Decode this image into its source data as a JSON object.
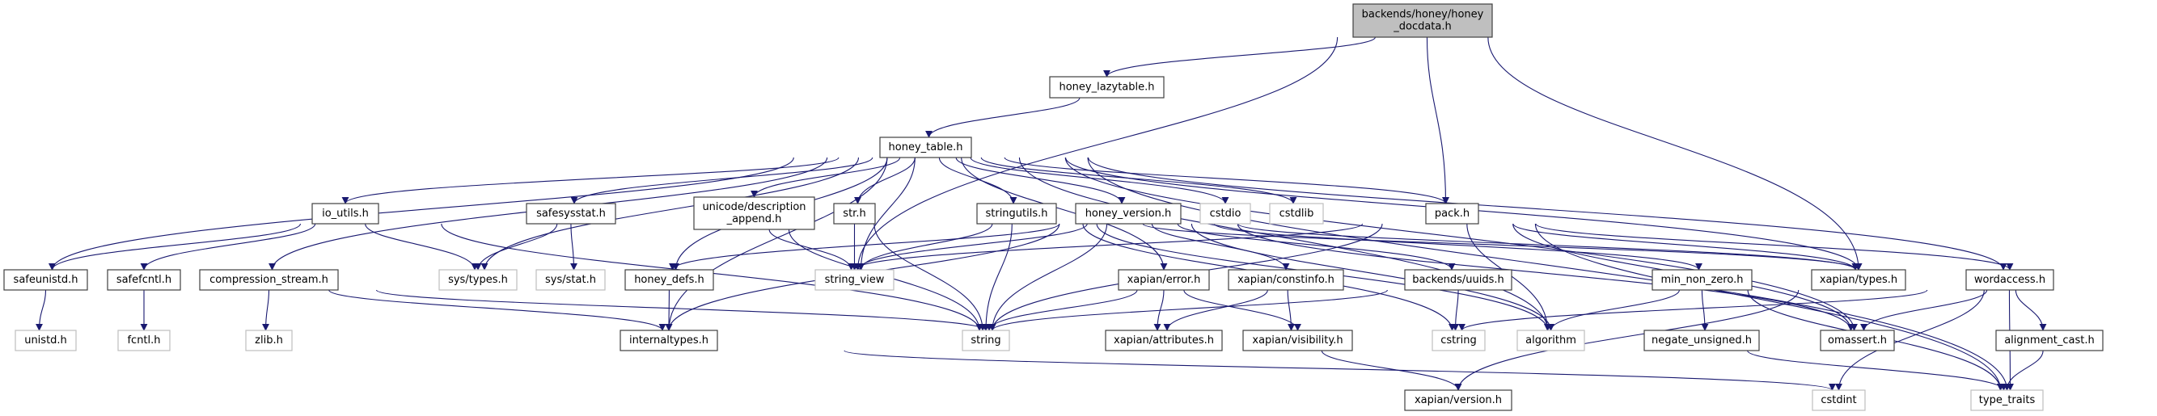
{
  "colors": {
    "edge": "#191970",
    "file_border": "#404040",
    "external_border": "#bfbfbf",
    "root_fill": "#bfbfbf"
  },
  "nodes": {
    "docdata": {
      "label": [
        "backends/honey/honey",
        "_docdata.h"
      ],
      "kind": "root"
    },
    "lazytable": {
      "label": [
        "honey_lazytable.h"
      ],
      "kind": "file"
    },
    "table": {
      "label": [
        "honey_table.h"
      ],
      "kind": "file"
    },
    "io_utils": {
      "label": [
        "io_utils.h"
      ],
      "kind": "file"
    },
    "safesysstat": {
      "label": [
        "safesysstat.h"
      ],
      "kind": "file"
    },
    "unicode": {
      "label": [
        "unicode/description",
        "_append.h"
      ],
      "kind": "file"
    },
    "str": {
      "label": [
        "str.h"
      ],
      "kind": "file"
    },
    "stringutils": {
      "label": [
        "stringutils.h"
      ],
      "kind": "file"
    },
    "version": {
      "label": [
        "honey_version.h"
      ],
      "kind": "file"
    },
    "cstdio": {
      "label": [
        "cstdio"
      ],
      "kind": "external"
    },
    "cstdlib": {
      "label": [
        "cstdlib"
      ],
      "kind": "external"
    },
    "pack": {
      "label": [
        "pack.h"
      ],
      "kind": "file"
    },
    "safeunistd": {
      "label": [
        "safeunistd.h"
      ],
      "kind": "file"
    },
    "safefcntl": {
      "label": [
        "safefcntl.h"
      ],
      "kind": "file"
    },
    "compression": {
      "label": [
        "compression_stream.h"
      ],
      "kind": "file"
    },
    "systypes": {
      "label": [
        "sys/types.h"
      ],
      "kind": "external"
    },
    "sysstat": {
      "label": [
        "sys/stat.h"
      ],
      "kind": "external"
    },
    "defs": {
      "label": [
        "honey_defs.h"
      ],
      "kind": "file"
    },
    "string_view": {
      "label": [
        "string_view"
      ],
      "kind": "external"
    },
    "xerror": {
      "label": [
        "xapian/error.h"
      ],
      "kind": "file"
    },
    "constinfo": {
      "label": [
        "xapian/constinfo.h"
      ],
      "kind": "file"
    },
    "uuids": {
      "label": [
        "backends/uuids.h"
      ],
      "kind": "file"
    },
    "min_non_zero": {
      "label": [
        "min_non_zero.h"
      ],
      "kind": "file"
    },
    "xtypes": {
      "label": [
        "xapian/types.h"
      ],
      "kind": "file"
    },
    "wordaccess": {
      "label": [
        "wordaccess.h"
      ],
      "kind": "file"
    },
    "unistd": {
      "label": [
        "unistd.h"
      ],
      "kind": "external"
    },
    "fcntl": {
      "label": [
        "fcntl.h"
      ],
      "kind": "external"
    },
    "zlib": {
      "label": [
        "zlib.h"
      ],
      "kind": "external"
    },
    "internaltypes": {
      "label": [
        "internaltypes.h"
      ],
      "kind": "file"
    },
    "string": {
      "label": [
        "string"
      ],
      "kind": "external"
    },
    "attributes": {
      "label": [
        "xapian/attributes.h"
      ],
      "kind": "file"
    },
    "visibility": {
      "label": [
        "xapian/visibility.h"
      ],
      "kind": "file"
    },
    "cstring": {
      "label": [
        "cstring"
      ],
      "kind": "external"
    },
    "algorithm": {
      "label": [
        "algorithm"
      ],
      "kind": "external"
    },
    "negate": {
      "label": [
        "negate_unsigned.h"
      ],
      "kind": "file"
    },
    "omassert": {
      "label": [
        "omassert.h"
      ],
      "kind": "file"
    },
    "alignment_cast": {
      "label": [
        "alignment_cast.h"
      ],
      "kind": "file"
    },
    "xversion": {
      "label": [
        "xapian/version.h"
      ],
      "kind": "file"
    },
    "cstdint": {
      "label": [
        "cstdint"
      ],
      "kind": "external"
    },
    "type_traits": {
      "label": [
        "type_traits"
      ],
      "kind": "external"
    }
  },
  "edges": [
    [
      "docdata",
      "lazytable"
    ],
    [
      "docdata",
      "string_view"
    ],
    [
      "docdata",
      "pack"
    ],
    [
      "docdata",
      "xtypes"
    ],
    [
      "lazytable",
      "table"
    ],
    [
      "table",
      "safeunistd"
    ],
    [
      "table",
      "io_utils"
    ],
    [
      "table",
      "compression"
    ],
    [
      "table",
      "systypes"
    ],
    [
      "table",
      "internaltypes"
    ],
    [
      "table",
      "safesysstat"
    ],
    [
      "table",
      "defs"
    ],
    [
      "table",
      "unicode"
    ],
    [
      "table",
      "str"
    ],
    [
      "table",
      "string_view"
    ],
    [
      "table",
      "xerror"
    ],
    [
      "table",
      "stringutils"
    ],
    [
      "table",
      "version"
    ],
    [
      "table",
      "cstdio"
    ],
    [
      "table",
      "cstdlib"
    ],
    [
      "table",
      "pack"
    ],
    [
      "table",
      "xtypes"
    ],
    [
      "table",
      "algorithm"
    ],
    [
      "table",
      "wordaccess"
    ],
    [
      "table",
      "type_traits"
    ],
    [
      "table",
      "omassert"
    ],
    [
      "io_utils",
      "safeunistd"
    ],
    [
      "io_utils",
      "safefcntl"
    ],
    [
      "io_utils",
      "systypes"
    ],
    [
      "io_utils",
      "string"
    ],
    [
      "safesysstat",
      "systypes"
    ],
    [
      "safesysstat",
      "sysstat"
    ],
    [
      "safeunistd",
      "unistd"
    ],
    [
      "safefcntl",
      "fcntl"
    ],
    [
      "compression",
      "zlib"
    ],
    [
      "compression",
      "internaltypes"
    ],
    [
      "compression",
      "string"
    ],
    [
      "unicode",
      "string_view"
    ],
    [
      "unicode",
      "string"
    ],
    [
      "str",
      "string_view"
    ],
    [
      "str",
      "string"
    ],
    [
      "stringutils",
      "string_view"
    ],
    [
      "stringutils",
      "string"
    ],
    [
      "stringutils",
      "algorithm"
    ],
    [
      "stringutils",
      "cstring"
    ],
    [
      "stringutils",
      "xtypes"
    ],
    [
      "version",
      "string_view"
    ],
    [
      "version",
      "string"
    ],
    [
      "version",
      "internaltypes"
    ],
    [
      "version",
      "defs"
    ],
    [
      "version",
      "uuids"
    ],
    [
      "version",
      "constinfo"
    ],
    [
      "version",
      "min_non_zero"
    ],
    [
      "version",
      "omassert"
    ],
    [
      "version",
      "algorithm"
    ],
    [
      "version",
      "xtypes"
    ],
    [
      "pack",
      "string"
    ],
    [
      "pack",
      "string_view"
    ],
    [
      "pack",
      "xtypes"
    ],
    [
      "pack",
      "omassert"
    ],
    [
      "pack",
      "wordaccess"
    ],
    [
      "pack",
      "algorithm"
    ],
    [
      "pack",
      "type_traits"
    ],
    [
      "defs",
      "internaltypes"
    ],
    [
      "xerror",
      "string"
    ],
    [
      "xerror",
      "attributes"
    ],
    [
      "xerror",
      "visibility"
    ],
    [
      "constinfo",
      "attributes"
    ],
    [
      "constinfo",
      "visibility"
    ],
    [
      "visibility",
      "xversion"
    ],
    [
      "uuids",
      "cstring"
    ],
    [
      "uuids",
      "string"
    ],
    [
      "min_non_zero",
      "algorithm"
    ],
    [
      "min_non_zero",
      "negate"
    ],
    [
      "min_non_zero",
      "type_traits"
    ],
    [
      "xtypes",
      "xversion"
    ],
    [
      "wordaccess",
      "cstring"
    ],
    [
      "wordaccess",
      "omassert"
    ],
    [
      "wordaccess",
      "cstdint"
    ],
    [
      "wordaccess",
      "type_traits"
    ],
    [
      "wordaccess",
      "alignment_cast"
    ],
    [
      "alignment_cast",
      "type_traits"
    ],
    [
      "negate",
      "type_traits"
    ],
    [
      "internaltypes",
      "cstdint"
    ]
  ]
}
